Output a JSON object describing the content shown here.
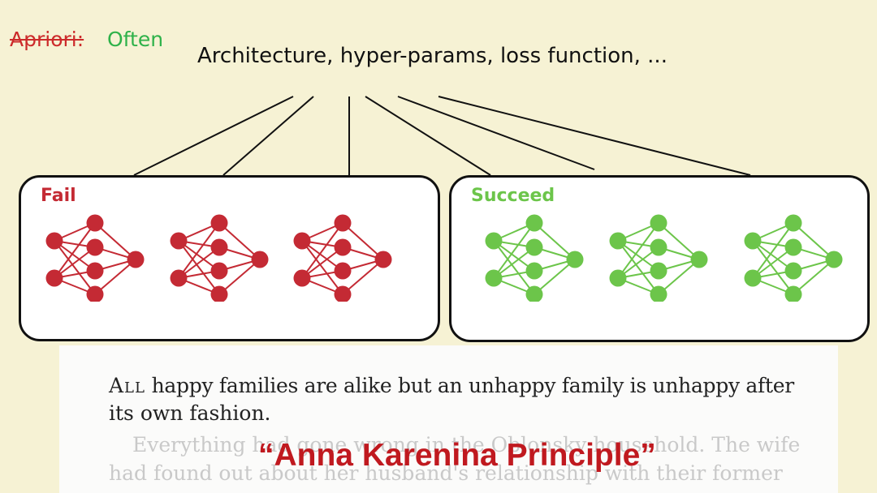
{
  "header": {
    "crossed_word": "Apriori:",
    "replacement_word": "Often",
    "choices_text": "Architecture, hyper-params, loss function, ..."
  },
  "groups": {
    "fail": {
      "label": "Fail",
      "color": "#c42a34",
      "network_count": 3
    },
    "succeed": {
      "label": "Succeed",
      "color": "#6cc54a",
      "network_count": 3
    }
  },
  "quote": {
    "line1_smallcaps": "All",
    "line1_rest": "happy families are alike but an unhappy family is unhappy after",
    "line2": "its own fashion.",
    "faded_line1": "Everything had gone wrong in the Oblonsky household. The wife",
    "faded_line2": "had found out about her husband's relationship with their former"
  },
  "principle_title": "“Anna Karenina Principle”"
}
